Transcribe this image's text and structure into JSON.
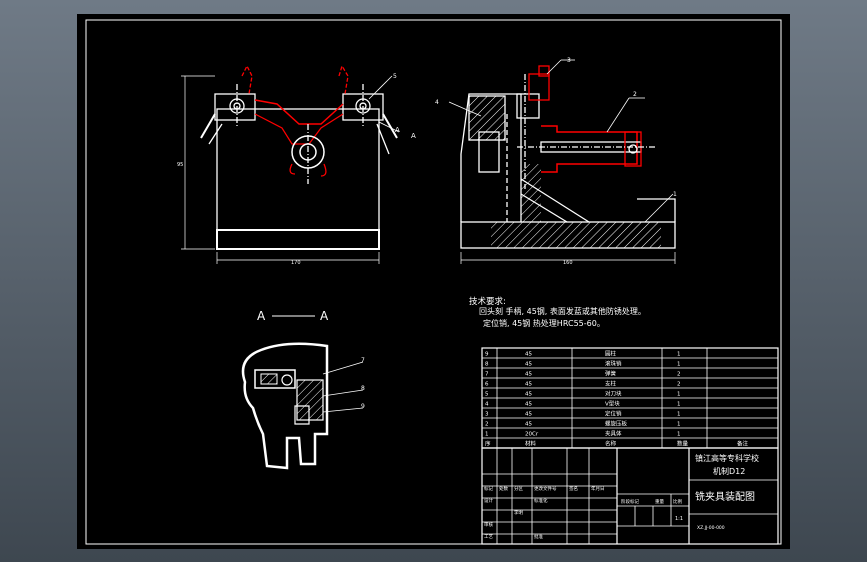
{
  "colors": {
    "background": "#5a646e",
    "canvas": "#000000",
    "lines": "#ffffff",
    "section": "#ff0000",
    "hatch": "#ffffff"
  },
  "section_label": {
    "left": "A",
    "right": "A"
  },
  "view_markers": {
    "a1": "A",
    "a2": "A"
  },
  "balloons": {
    "b1": "1",
    "b2": "2",
    "b3": "3",
    "b4": "4",
    "b5": "5",
    "b7": "7",
    "b8": "8",
    "b9": "9"
  },
  "dimensions": {
    "front_width": "170",
    "front_height": "95",
    "side_width": "160"
  },
  "technical_requirements": {
    "heading": "技术要求:",
    "line1": "回头刻 手柄, 45钢, 表面发蓝或其他防锈处理。",
    "line2": "定位销, 45钢 热处理HRC55-60。"
  },
  "bom": {
    "rows": [
      {
        "no": "9",
        "mat": "45",
        "name": "圆柱",
        "qty": "1"
      },
      {
        "no": "8",
        "mat": "45",
        "name": "滚珠销",
        "qty": "1"
      },
      {
        "no": "7",
        "mat": "45",
        "name": "弹簧",
        "qty": "2"
      },
      {
        "no": "6",
        "mat": "45",
        "name": "支柱",
        "qty": "2"
      },
      {
        "no": "5",
        "mat": "45",
        "name": "对刀块",
        "qty": "1"
      },
      {
        "no": "4",
        "mat": "45",
        "name": "V型块",
        "qty": "1"
      },
      {
        "no": "3",
        "mat": "45",
        "name": "定位销",
        "qty": "1"
      },
      {
        "no": "2",
        "mat": "45",
        "name": "螺旋压板",
        "qty": "1"
      },
      {
        "no": "1",
        "mat": "20Cr",
        "name": "夹具体",
        "qty": "1"
      }
    ],
    "header": {
      "no": "序",
      "mat": "材料",
      "name": "名称",
      "qty": "数量",
      "note": "备注"
    }
  },
  "title_block": {
    "school_line1": "镇江高等专科学校",
    "school_line2": "机制D12",
    "drawing_title": "铣夹具装配图",
    "drawing_no": "XZ.JJ-00-000",
    "row_labels": {
      "mark": "标记",
      "count": "处数",
      "zone": "分区",
      "change_doc": "更改文件号",
      "sign": "签名",
      "date": "年月日",
      "design": "设计",
      "standard": "标准化",
      "stage_mark": "阶段标记",
      "weight": "重量",
      "scale": "比例",
      "review": "审核",
      "process": "工艺",
      "approve": "批准",
      "designer": "李明"
    },
    "scale_value": "1:1"
  }
}
